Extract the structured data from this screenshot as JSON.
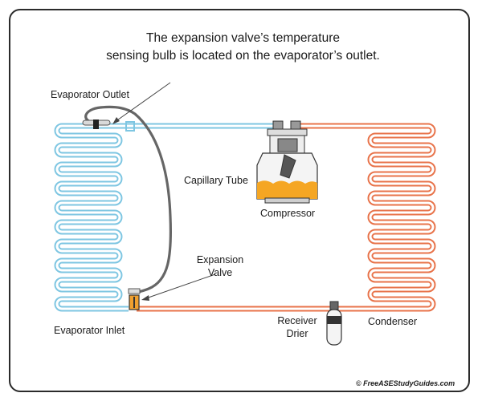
{
  "title": {
    "line1": "The expansion valve’s temperature",
    "line2": "sensing bulb is located on the evaporator’s outlet."
  },
  "labels": {
    "evaporator_outlet": "Evaporator Outlet",
    "capillary_tube": "Capillary Tube",
    "compressor": "Compressor",
    "expansion_valve_line1": "Expansion",
    "expansion_valve_line2": "Valve",
    "evaporator_inlet": "Evaporator Inlet",
    "receiver_drier_line1": "Receiver",
    "receiver_drier_line2": "Drier",
    "condenser": "Condenser"
  },
  "credit": "© FreeASEStudyGuides.com",
  "colors": {
    "low_side": "#8ad0ea",
    "high_side": "#e8734a",
    "capillary": "#666666",
    "valve": "#f0a030",
    "oil": "#f5a623",
    "frame": "#2b2b2b"
  }
}
